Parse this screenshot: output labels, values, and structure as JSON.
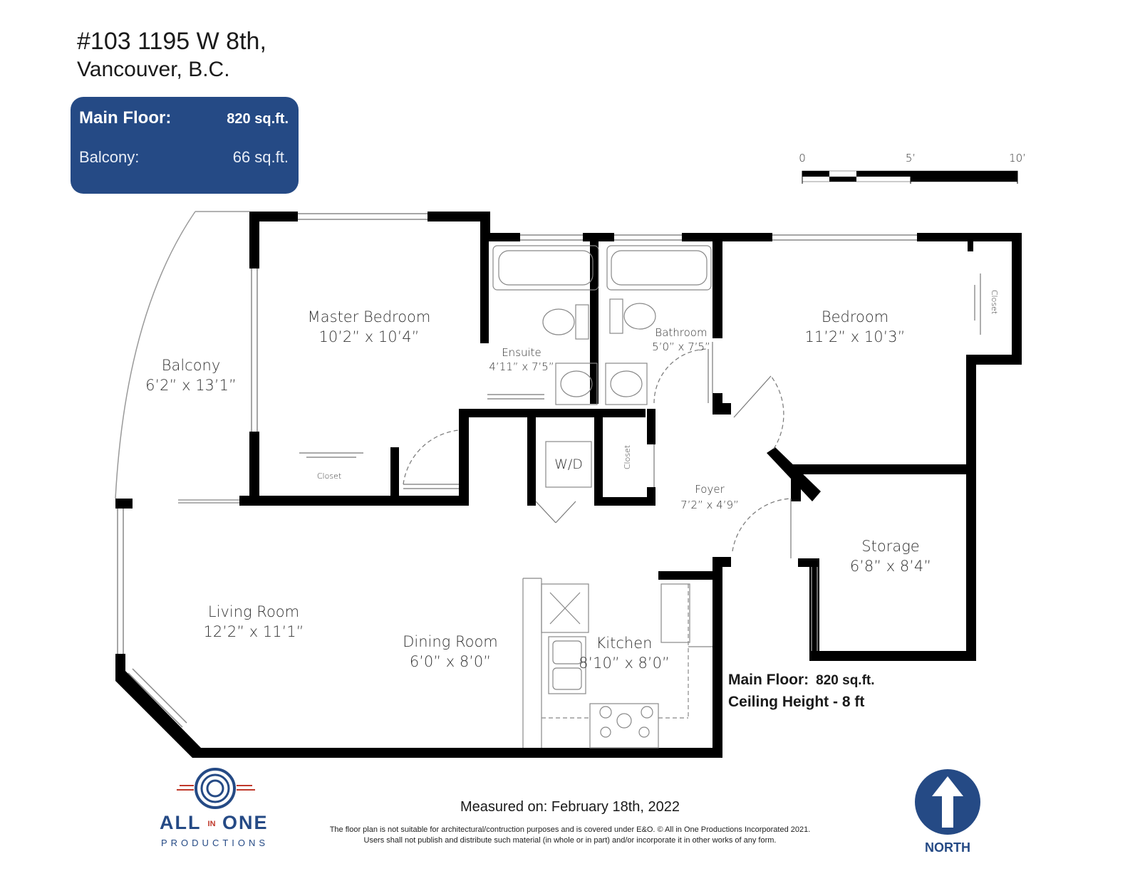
{
  "header": {
    "title": "#103  1195 W 8th,",
    "subtitle": "Vancouver, B.C."
  },
  "area_box": {
    "main_label": "Main Floor:",
    "main_value": "820 sq.ft.",
    "balcony_label": "Balcony:",
    "balcony_value": "66 sq.ft.",
    "color": "#254a85"
  },
  "scale": {
    "ticks": [
      "0",
      "5’",
      "10’"
    ]
  },
  "rooms": {
    "master_bedroom": {
      "name": "Master Bedroom",
      "dims": "10’2” x 10’4”"
    },
    "balcony": {
      "name": "Balcony",
      "dims": "6’2” x 13’1”"
    },
    "ensuite": {
      "name": "Ensuite",
      "dims": "4’11” x 7’5”"
    },
    "bathroom": {
      "name": "Bathroom",
      "dims": "5’0” x 7’5”"
    },
    "bedroom": {
      "name": "Bedroom",
      "dims": "11’2” x 10’3”"
    },
    "foyer": {
      "name": "Foyer",
      "dims": "7’2” x 4’9”"
    },
    "storage": {
      "name": "Storage",
      "dims": "6’8” x 8’4”"
    },
    "living_room": {
      "name": "Living Room",
      "dims": "12’2” x 11’1”"
    },
    "dining_room": {
      "name": "Dining Room",
      "dims": "6’0” x 8’0”"
    },
    "kitchen": {
      "name": "Kitchen",
      "dims": "8’10” x 8’0”"
    }
  },
  "closet_label": "Closet",
  "wd_label": "W/D",
  "floor_summary": {
    "main_label": "Main Floor:",
    "main_value": "820 sq.ft.",
    "ceiling": "Ceiling Height - 8 ft"
  },
  "footer": {
    "measured": "Measured on: February 18th, 2022",
    "disclaimer_1": "The floor plan is not suitable for architectural/contruction purposes and is covered under E&O. © All in One Productions Incorporated 2021.",
    "disclaimer_2": "Users shall not publish and distribute such material (in whole or in part) and/or incorporate it in other works of any form.",
    "brand_all": "ALL",
    "brand_in": "IN",
    "brand_one": "ONE",
    "brand_sub": "PRODUCTIONS",
    "north": "NORTH"
  }
}
